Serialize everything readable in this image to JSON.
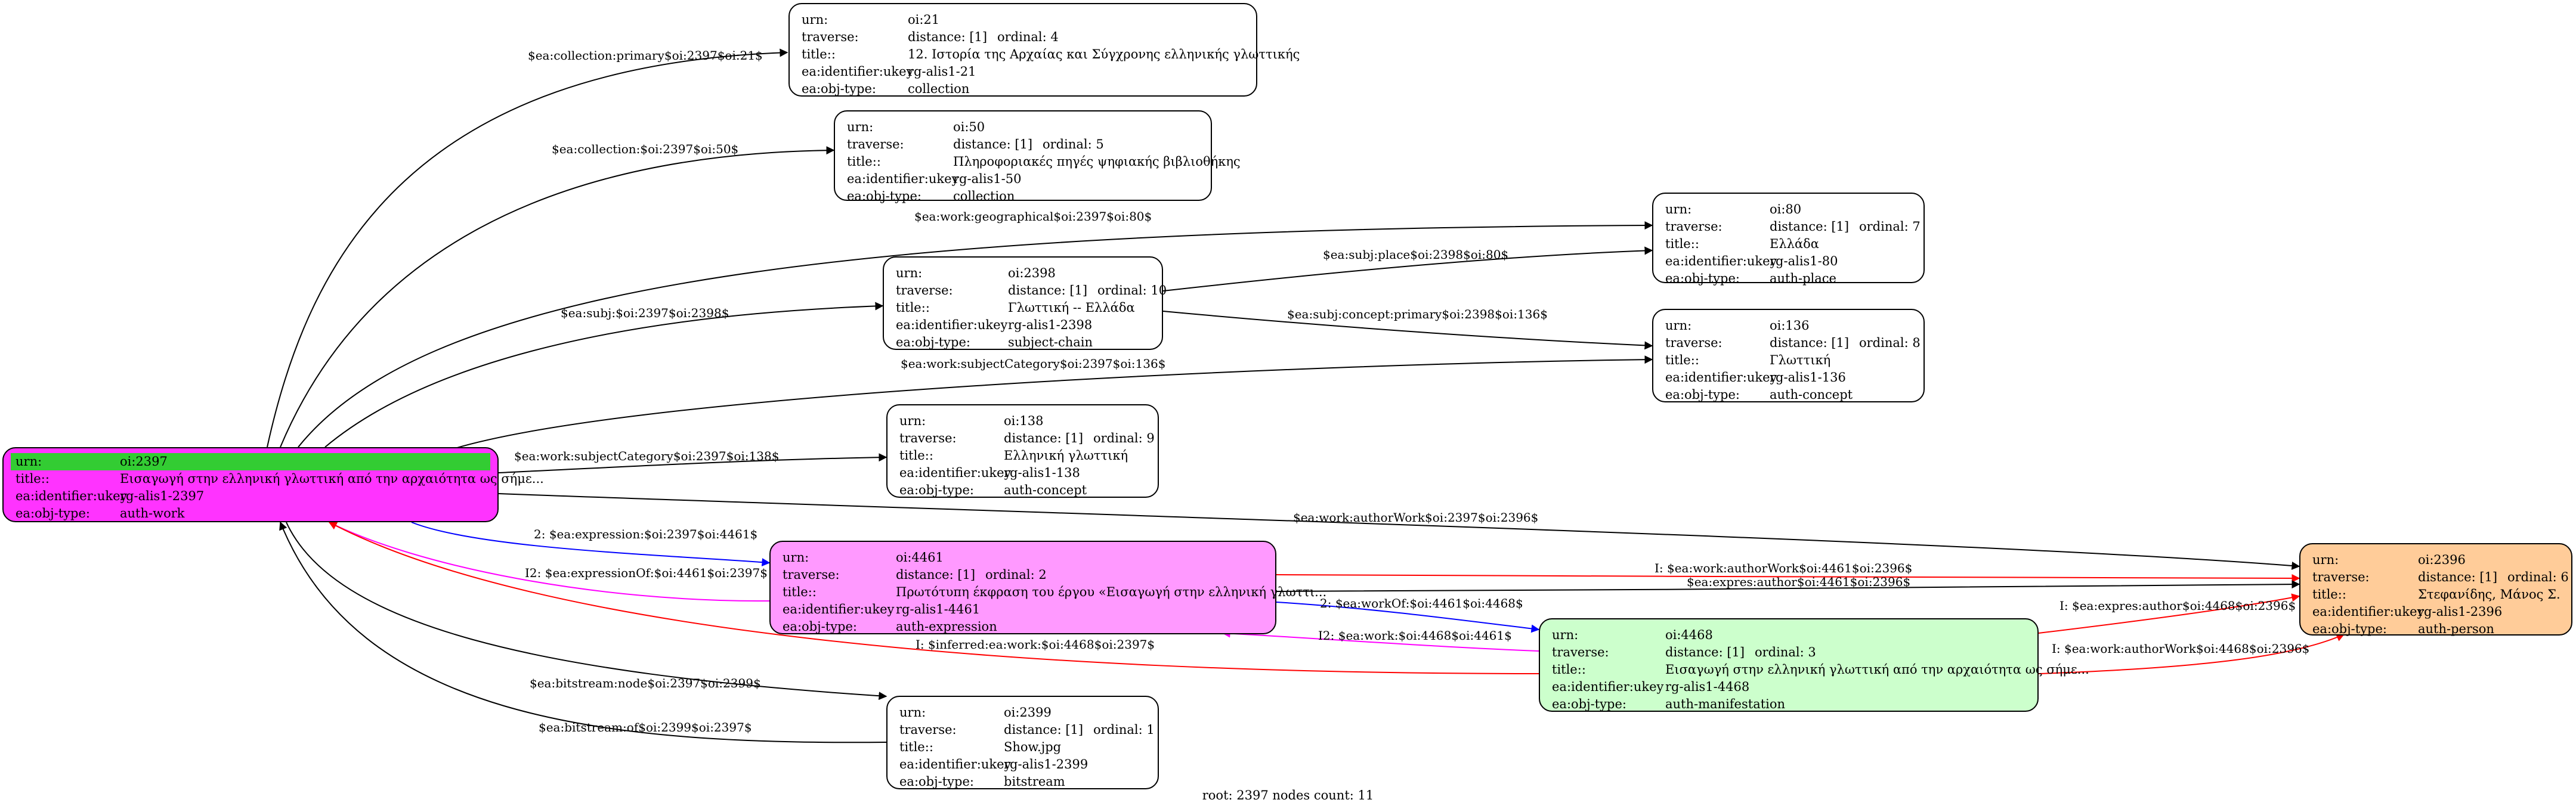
{
  "labels": {
    "urn": "urn:",
    "traverse": "traverse:",
    "title": "title::",
    "title_root": "title::",
    "ukey": "ea:identifier:ukey",
    "objtype": "ea:obj-type:",
    "distance": "distance: [1]"
  },
  "colors": {
    "root": "#ff33ff",
    "root_header": "#33cc33",
    "expression": "#ff99ff",
    "manifestation": "#ccffcc",
    "person": "#ffcc99",
    "default": "#ffffff",
    "edge_blue": "#0000ff",
    "edge_magenta": "#ff00ff",
    "edge_red": "#ff0000",
    "edge_black": "#000000"
  },
  "nodes": {
    "n21": {
      "urn": "oi:21",
      "ordinal": "ordinal: 4",
      "title": "12. Ιστορία της Αρχαίας και Σύγχρονης ελληνικής γλωττικής",
      "ukey": "rg-alis1-21",
      "objtype": "collection"
    },
    "n50": {
      "urn": "oi:50",
      "ordinal": "ordinal: 5",
      "title": "Πληροφοριακές πηγές ψηφιακής βιβλιοθήκης",
      "ukey": "rg-alis1-50",
      "objtype": "collection"
    },
    "n80": {
      "urn": "oi:80",
      "ordinal": "ordinal: 7",
      "title": "Ελλάδα",
      "ukey": "rg-alis1-80",
      "objtype": "auth-place"
    },
    "n2398": {
      "urn": "oi:2398",
      "ordinal": "ordinal: 10",
      "title": "Γλωττική -- Ελλάδα",
      "ukey": "rg-alis1-2398",
      "objtype": "subject-chain"
    },
    "n136": {
      "urn": "oi:136",
      "ordinal": "ordinal: 8",
      "title": "Γλωττική",
      "ukey": "rg-alis1-136",
      "objtype": "auth-concept"
    },
    "n138": {
      "urn": "oi:138",
      "ordinal": "ordinal: 9",
      "title": "Ελληνική γλωττική",
      "ukey": "rg-alis1-138",
      "objtype": "auth-concept"
    },
    "n2397": {
      "urn": "oi:2397",
      "title": "Εισαγωγή στην ελληνική γλωττική από την αρχαιότητα ως σήμε...",
      "ukey": "rg-alis1-2397",
      "objtype": "auth-work"
    },
    "n4461": {
      "urn": "oi:4461",
      "ordinal": "ordinal: 2",
      "title": "Πρωτότυπη έκφραση του έργου «Εισαγωγή στην ελληνική γλωττι...",
      "ukey": "rg-alis1-4461",
      "objtype": "auth-expression"
    },
    "n4468": {
      "urn": "oi:4468",
      "ordinal": "ordinal: 3",
      "title": "Εισαγωγή στην ελληνική γλωττική από την αρχαιότητα ως σήμε...",
      "ukey": "rg-alis1-4468",
      "objtype": "auth-manifestation"
    },
    "n2396": {
      "urn": "oi:2396",
      "ordinal": "ordinal: 6",
      "title": "Στεφανίδης, Μάνος Σ.",
      "ukey": "rg-alis1-2396",
      "objtype": "auth-person"
    },
    "n2399": {
      "urn": "oi:2399",
      "ordinal": "ordinal: 1",
      "title": "Show.jpg",
      "ukey": "rg-alis1-2399",
      "objtype": "bitstream"
    }
  },
  "edges": [
    {
      "id": "e-21",
      "label": "$ea:collection:primary$oi:2397$oi:21$",
      "color": "edge_black"
    },
    {
      "id": "e-50",
      "label": "$ea:collection:$oi:2397$oi:50$",
      "color": "edge_black"
    },
    {
      "id": "e-80",
      "label": "$ea:work:geographical$oi:2397$oi:80$",
      "color": "edge_black"
    },
    {
      "id": "e-2398",
      "label": "$ea:subj:$oi:2397$oi:2398$",
      "color": "edge_black"
    },
    {
      "id": "e-place",
      "label": "$ea:subj:place$oi:2398$oi:80$",
      "color": "edge_black"
    },
    {
      "id": "e-concept",
      "label": "$ea:subj:concept:primary$oi:2398$oi:136$",
      "color": "edge_black"
    },
    {
      "id": "e-136",
      "label": "$ea:work:subjectCategory$oi:2397$oi:136$",
      "color": "edge_black"
    },
    {
      "id": "e-138",
      "label": "$ea:work:subjectCategory$oi:2397$oi:138$",
      "color": "edge_black"
    },
    {
      "id": "e-author",
      "label": "$ea:work:authorWork$oi:2397$oi:2396$",
      "color": "edge_black"
    },
    {
      "id": "e-expr",
      "label": "2: $ea:expression:$oi:2397$oi:4461$",
      "color": "edge_blue"
    },
    {
      "id": "e-exprof",
      "label": "I2: $ea:expressionOf:$oi:4461$oi:2397$",
      "color": "edge_magenta"
    },
    {
      "id": "e-i-author1",
      "label": "I: $ea:work:authorWork$oi:4461$oi:2396$",
      "color": "edge_red"
    },
    {
      "id": "e-expres-author",
      "label": "$ea:expres:author$oi:4461$oi:2396$",
      "color": "edge_black"
    },
    {
      "id": "e-workof",
      "label": "2: $ea:workOf:$oi:4461$oi:4468$",
      "color": "edge_blue"
    },
    {
      "id": "e-work-back",
      "label": "I2: $ea:work:$oi:4468$oi:4461$",
      "color": "edge_magenta"
    },
    {
      "id": "e-inferred",
      "label": "I: $inferred:ea:work:$oi:4468$oi:2397$",
      "color": "edge_red"
    },
    {
      "id": "e-i-expres",
      "label": "I: $ea:expres:author$oi:4468$oi:2396$",
      "color": "edge_red"
    },
    {
      "id": "e-i-author2",
      "label": "I: $ea:work:authorWork$oi:4468$oi:2396$",
      "color": "edge_red"
    },
    {
      "id": "e-bitnode",
      "label": "$ea:bitstream:node$oi:2397$oi:2399$",
      "color": "edge_black"
    },
    {
      "id": "e-bitof",
      "label": "$ea:bitstream:of$oi:2399$oi:2397$",
      "color": "edge_black"
    }
  ],
  "footer": "root: 2397 nodes count: 11"
}
